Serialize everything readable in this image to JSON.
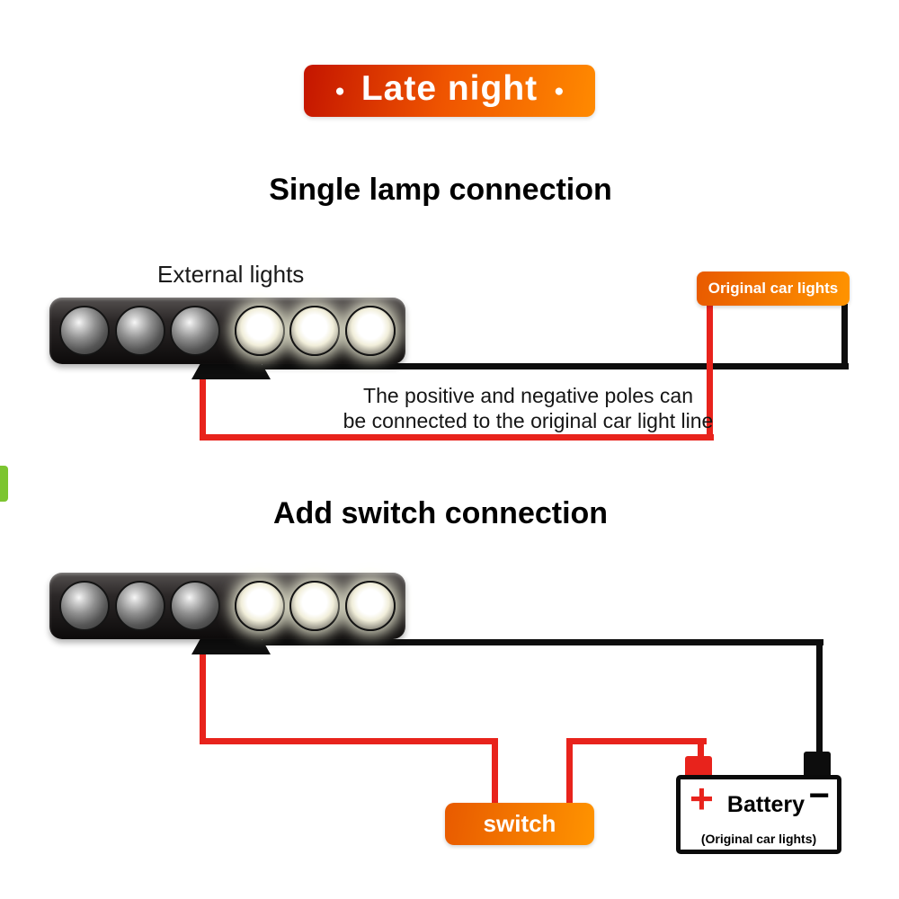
{
  "banner": {
    "text": "Late night",
    "dot": "●"
  },
  "sections": {
    "single": {
      "title": "Single lamp connection",
      "external_lights": "External lights",
      "original_car_lights": "Original car lights",
      "note_line1": "The positive and negative poles can",
      "note_line2": "be connected to the original car light line"
    },
    "switch": {
      "title": "Add switch connection",
      "switch_label": "switch",
      "battery": {
        "name": "Battery",
        "sub": "(Original car lights)",
        "plus": "+",
        "minus": "−"
      }
    }
  },
  "lamp": {
    "lens_count": 6,
    "lit_start_index": 3
  },
  "colors": {
    "banner_gradient_start": "#c41500",
    "banner_gradient_end": "#ff8a00",
    "badge_gradient_start": "#e85a00",
    "badge_gradient_end": "#ff9400",
    "wire_red": "#e8231c",
    "wire_black": "#0d0d0d",
    "accent_green": "#7cc530"
  }
}
